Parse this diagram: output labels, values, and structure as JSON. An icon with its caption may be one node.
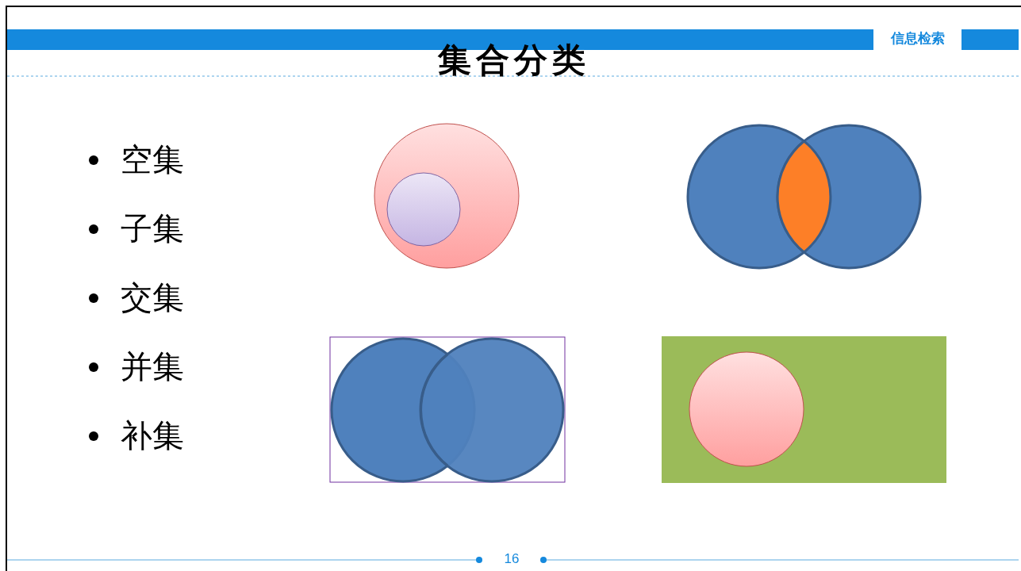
{
  "diagram": {
    "title": "集合分类",
    "labels": [
      "信息检索",
      "空集",
      "子集",
      "交集",
      "并集",
      "补集",
      "16"
    ]
  }
}
